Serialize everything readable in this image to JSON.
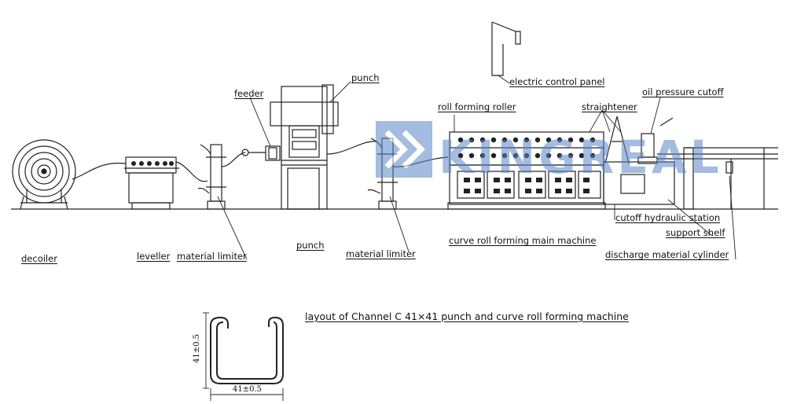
{
  "labels": {
    "decoiler": "decoiler",
    "leveller": "leveller",
    "material_limiter_1": "material limiter",
    "feeder": "feeder",
    "punch_top": "punch",
    "punch_bottom": "punch",
    "material_limiter_2": "material limiter",
    "electric_control_panel": "electric control panel",
    "roll_forming_roller": "roll forming roller",
    "straightener": "straightener",
    "oil_pressure_cutoff": "oil pressure cutoff",
    "curve_roll_forming_main_machine": "curve roll forming main machine",
    "cutoff_hydraulic_station": "cutoff hydraulic station",
    "support_shelf": "support shelf",
    "discharge_material_cylinder": "discharge material cylinder"
  },
  "caption": "layout of Channel C 41×41 punch and curve roll forming machine",
  "profile": {
    "height_dim": "41±0.5",
    "width_dim": "41±0.5"
  },
  "watermark": "KINGREAL",
  "colors": {
    "line": "#222222",
    "watermark": "#5b86c5"
  }
}
